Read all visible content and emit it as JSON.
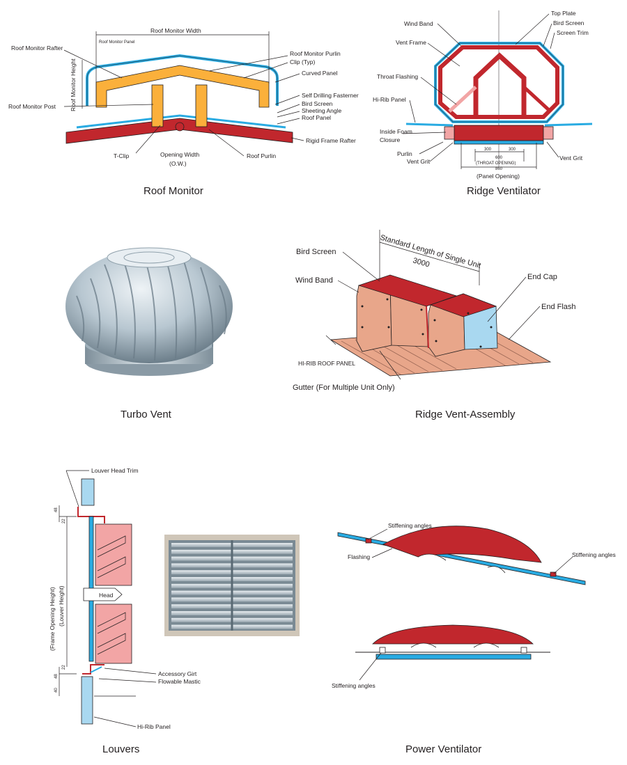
{
  "colors": {
    "red": "#c1272d",
    "blue": "#29abe2",
    "yellow": "#fbb03b",
    "pink": "#f2a5a5",
    "salmon": "#e8a68a",
    "lightblue": "#a9d8f0",
    "steel": "#b9c6cf"
  },
  "panels": {
    "roof_monitor": {
      "caption": "Roof Monitor",
      "labels": {
        "width": "Roof Monitor Width",
        "panel": "Roof Monitor Panel",
        "rafter": "Roof Monitor Rafter",
        "height": "Roof Monitor Height",
        "post": "Roof Monitor Post",
        "purlin": "Roof Monitor Purlin",
        "clip": "Clip (Typ)",
        "curved_panel": "Curved Panel",
        "fasterner": "Self Drilling Fasterner",
        "bird_screen": "Bird Screen",
        "sheeting_angle": "Sheeting Angle",
        "roof_panel": "Roof Panel",
        "rigid_frame": "Rigid Frame Rafter",
        "t_clip": "T-Clip",
        "opening_width": "Opening Width",
        "ow": "(O.W.)",
        "roof_purlin": "Roof Purlin"
      }
    },
    "ridge_ventilator": {
      "caption": "Ridge Ventilator",
      "labels": {
        "wind_band": "Wind Band",
        "top_plate": "Top Plate",
        "bird_screen": "Bird Screen",
        "screen_trim": "Screen Trim",
        "vent_frame": "Vent Frame",
        "throat_flashing": "Throat Flashing",
        "hi_rib": "Hi-Rib Panel",
        "foam_1": "Inside Foam",
        "foam_2": "Closure",
        "purlin": "Purlin",
        "vent_grit_left": "Vent Grit",
        "vent_grit_right": "Vent Grit",
        "dim_300a": "300",
        "dim_300b": "300",
        "dim_600": "600",
        "throat_opening": "(THROAT  OPENING)",
        "dim_860": "860",
        "panel_opening": "(Panel Opening)"
      }
    },
    "turbo_vent": {
      "caption": "Turbo Vent"
    },
    "ridge_vent_assembly": {
      "caption": "Ridge Vent-Assembly",
      "labels": {
        "standard_length": "Standard Length of Single Unit",
        "length_value": "3000",
        "bird_screen": "Bird Screen",
        "wind_band": "Wind Band",
        "end_cap": "End Cap",
        "end_flash": "End Flash",
        "hi_rib_roof": "HI-RIB ROOF PANEL",
        "gutter": "Gutter (For Multiple Unit Only)"
      }
    },
    "louvers": {
      "caption": "Louvers",
      "labels": {
        "head_trim": "Louver Head Trim",
        "dim_48_top": "48",
        "dim_22_top": "22",
        "frame_height": "(Frame Opening Height)",
        "louver_height": "(Louver Height)",
        "head": "Head",
        "dim_22_bottom": "22",
        "dim_48_bottom": "48",
        "dim_40": "40",
        "accessory_girt": "Accessory Girt",
        "flowable_mastic": "Flowable Mastic",
        "hi_rib": "Hi-Rib Panel"
      }
    },
    "power_ventilator": {
      "caption": "Power Ventilator",
      "labels": {
        "stiffening_top": "Stiffening angles",
        "flashing": "Flashing",
        "stiffening_right": "Stiffening angles",
        "stiffening_bottom": "Stiffening angles"
      }
    }
  }
}
